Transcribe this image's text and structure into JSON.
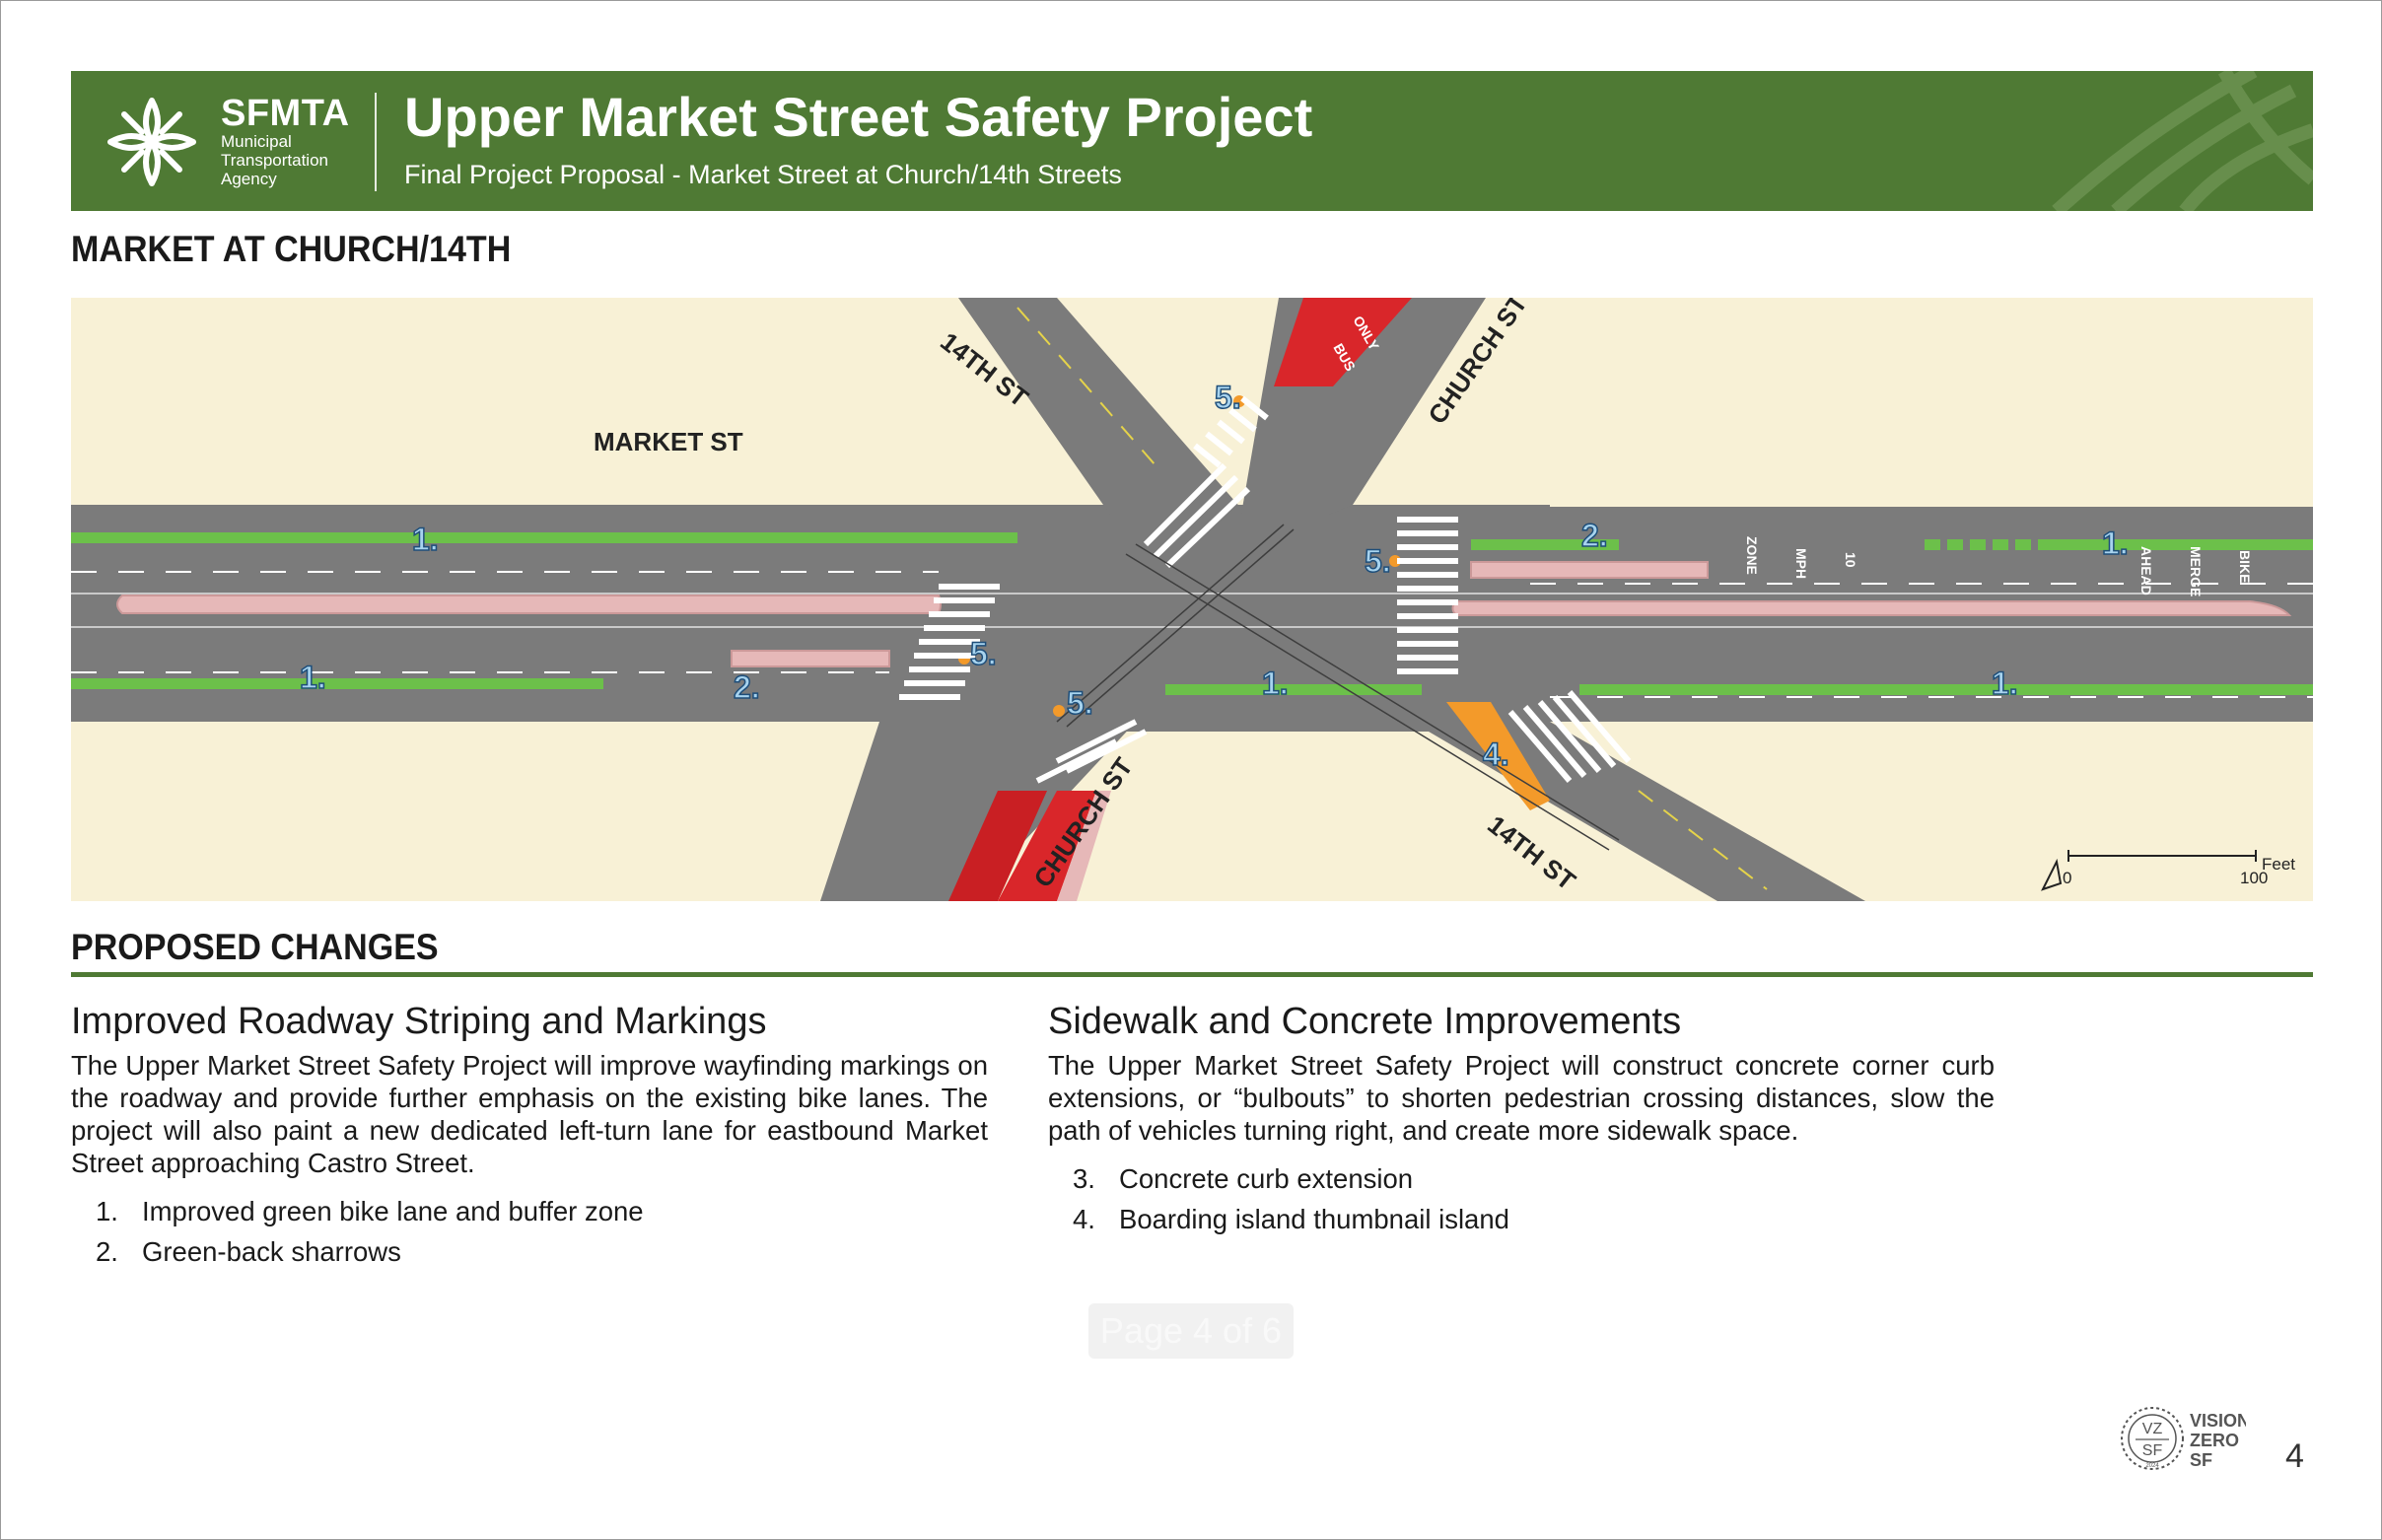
{
  "header": {
    "org_name": "SFMTA",
    "org_sub": "Municipal Transportation Agency",
    "title": "Upper Market Street Safety Project",
    "subtitle": "Final Project Proposal - Market Street at Church/14th Streets"
  },
  "section_title": "MARKET AT CHURCH/14TH",
  "map": {
    "street_labels": {
      "market": "MARKET ST",
      "fourteenth_top": "14TH ST",
      "church_top": "CHURCH ST",
      "church_bottom": "CHURCH ST",
      "fourteenth_bottom": "14TH ST"
    },
    "callouts": [
      "1.",
      "2.",
      "4.",
      "5."
    ],
    "pavement_words": [
      "ONLY",
      "BUS",
      "ZONE",
      "MPH",
      "10",
      "AHEAD",
      "MERGE",
      "BIKE"
    ],
    "scale": {
      "unit": "Feet",
      "start": "0",
      "end": "100"
    },
    "colors": {
      "bike_lane": "#6cc04a",
      "transit_lane": "#d9262a",
      "island": "#e6b8b8",
      "bulbout": "#f39a2a",
      "road": "#7b7b7b",
      "background": "#f8f1d6"
    }
  },
  "changes_title": "PROPOSED CHANGES",
  "left": {
    "heading": "Improved Roadway Striping and Markings",
    "body": "The Upper Market Street Safety Project will improve wayfinding markings on the roadway and provide further emphasis on the existing bike lanes. The project will also paint a new dedicated left-turn lane for eastbound Market Street approaching Castro Street.",
    "items": [
      {
        "num": "1.",
        "text": "Improved green bike lane and buffer zone"
      },
      {
        "num": "2.",
        "text": "Green-back sharrows"
      }
    ]
  },
  "right": {
    "heading": "Sidewalk and Concrete Improvements",
    "body": "The Upper Market Street Safety Project will construct concrete corner curb extensions, or “bulbouts” to shorten pedestrian crossing distances, slow the path of vehicles turning right, and create more sidewalk space.",
    "items": [
      {
        "num": "3.",
        "text": "Concrete curb extension"
      },
      {
        "num": "4.",
        "text": "Boarding island thumbnail island"
      }
    ]
  },
  "page_badge": "Page 4 of 6",
  "vision_zero": {
    "badge_top": "VZ",
    "badge_bottom": "SF",
    "year": "2024",
    "line1": "VISION",
    "line2": "ZERO",
    "line3": "SF"
  },
  "page_number": "4"
}
